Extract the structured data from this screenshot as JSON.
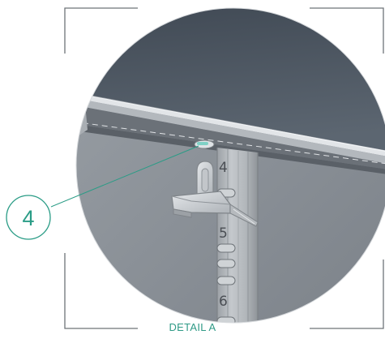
{
  "caption": "DETAIL A",
  "callout": {
    "number": "4",
    "color": "#2a9c86"
  },
  "rail_numbers": [
    "4",
    "5",
    "6"
  ],
  "colors": {
    "ceiling": "#4f5965",
    "back_wall": "#8f959b",
    "frame_edge": "#c5c9cd",
    "frame_metal": "#a8adb2",
    "rail": "#aeb3b8",
    "bracket_lines": "#8c9094",
    "caption": "#2f9a86"
  }
}
